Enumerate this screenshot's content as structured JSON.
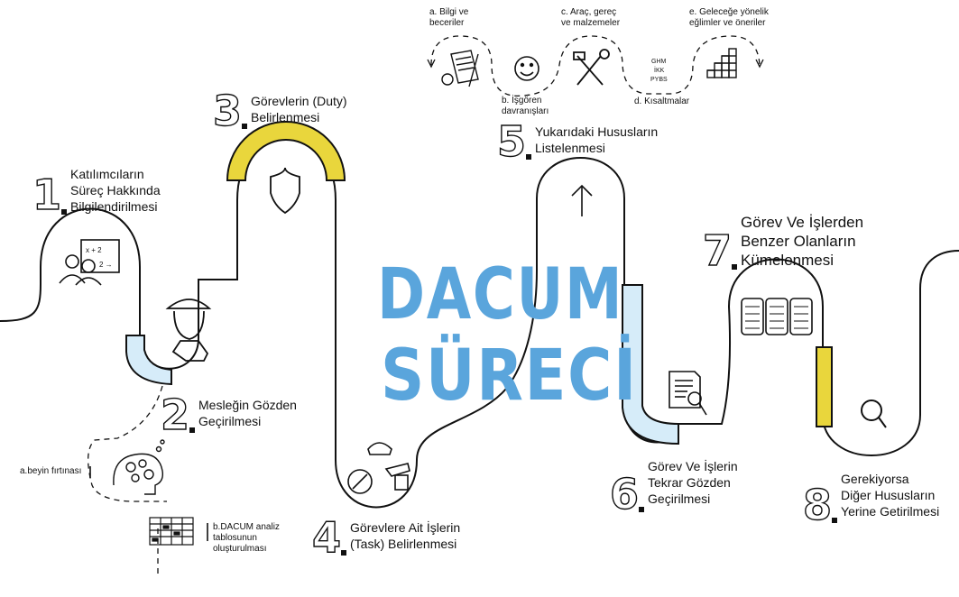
{
  "title": {
    "line1": "DACUM",
    "line2": "SÜRECİ"
  },
  "steps": [
    {
      "number": "1",
      "lines": [
        "Katılımcıların",
        "Süreç Hakkında",
        "Bilgilendirilmesi"
      ]
    },
    {
      "number": "2",
      "lines": [
        "Mesleğin Gözden",
        "Geçirilmesi"
      ]
    },
    {
      "number": "3",
      "lines": [
        "Görevlerin (Duty)",
        "Belirlenmesi"
      ]
    },
    {
      "number": "4",
      "lines": [
        "Görevlere Ait İşlerin",
        "(Task) Belirlenmesi"
      ]
    },
    {
      "number": "5",
      "lines": [
        "Yukarıdaki Hususların",
        "Listelenmesi"
      ]
    },
    {
      "number": "6",
      "lines": [
        "Görev Ve İşlerin",
        "Tekrar Gözden",
        "Geçirilmesi"
      ]
    },
    {
      "number": "7",
      "lines": [
        "Görev Ve İşlerden",
        "Benzer Olanların",
        "Kümelenmesi"
      ]
    },
    {
      "number": "8",
      "lines": [
        "Gerekiyorsa",
        "Diğer Hususların",
        "Yerine Getirilmesi"
      ]
    }
  ],
  "substeps2": {
    "a": "a.beyin fırtınası",
    "b": [
      "b.DACUM analiz",
      "tablosunun",
      "oluşturulması"
    ]
  },
  "substeps5": {
    "a": [
      "a. Bilgi ve",
      "beceriler"
    ],
    "b": [
      "b. İşgören",
      "davranışları"
    ],
    "c": [
      "c. Araç, gereç",
      "ve malzemeler"
    ],
    "d": "d. Kısaltmalar",
    "e": [
      "e. Geleceğe yönelik",
      "eğlimler ve öneriler"
    ],
    "abbreviations": [
      "GHM",
      "İKK",
      "PYBS"
    ]
  },
  "whiteboard_text": [
    "x + 2",
    "2 →"
  ],
  "colors": {
    "accent_blue": "#5aa5dc",
    "light_blue": "#d6ecf9",
    "yellow": "#e9d63c",
    "line": "#111111"
  },
  "icons": [
    "presentation-icon",
    "worker-icon",
    "shield-icon",
    "tools-icon",
    "arrow-up-icon",
    "document-search-icon",
    "clusters-icon",
    "magnifier-icon",
    "brain-gears-icon",
    "table-icon",
    "document-gear-icon",
    "smiley-icon",
    "wrench-hammer-icon",
    "bar-stairs-icon"
  ]
}
